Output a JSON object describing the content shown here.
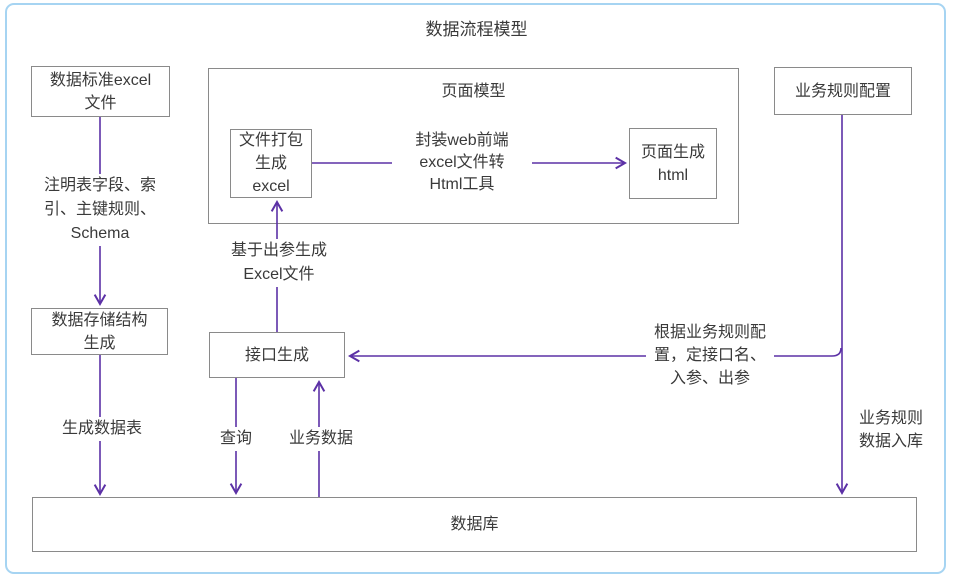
{
  "title": "数据流程模型",
  "colors": {
    "accent": "#5c31a6",
    "box_border": "#8a8a8a",
    "frame_border": "#a6d4f2",
    "text": "#3a3a3a"
  },
  "groups": {
    "page_model": {
      "label": "页面模型"
    }
  },
  "nodes": {
    "excel_standard": {
      "label": "数据标准excel\n文件"
    },
    "file_package": {
      "label": "文件打包\n生成\nexcel"
    },
    "page_html": {
      "label": "页面生成\nhtml"
    },
    "biz_rules": {
      "label": "业务规则配置"
    },
    "storage_gen": {
      "label": "数据存储结构\n生成"
    },
    "api_gen": {
      "label": "接口生成"
    },
    "database": {
      "label": "数据库"
    }
  },
  "edge_labels": {
    "schema_note": {
      "label": "注明表字段、索\n引、主键规则、\nSchema"
    },
    "web_tool": {
      "label": "封装web前端\nexcel文件转\nHtml工具"
    },
    "excel_from_params": {
      "label": "基于出参生成\nExcel文件"
    },
    "rule_config_note": {
      "label": "根据业务规则配\n置，定接口名、\n入参、出参"
    },
    "gen_data_table": {
      "label": "生成数据表"
    },
    "query": {
      "label": "查询"
    },
    "biz_data": {
      "label": "业务数据"
    },
    "rules_into_db": {
      "label": "业务规则\n数据入库"
    }
  }
}
